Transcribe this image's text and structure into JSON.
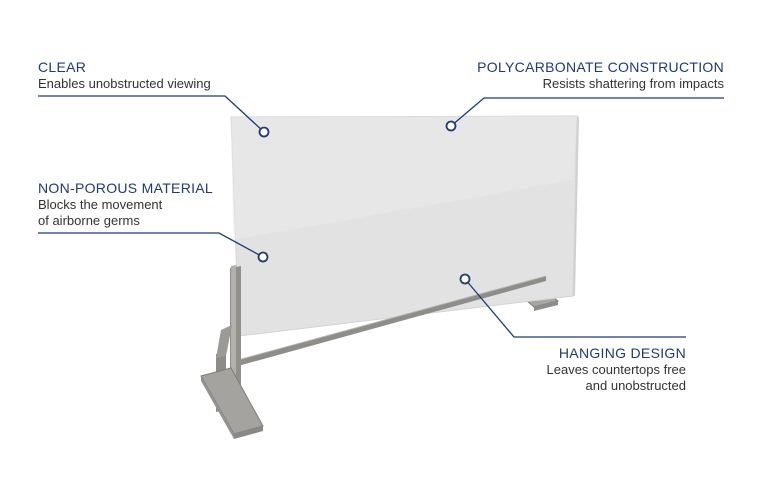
{
  "colors": {
    "title": "#1f3b73",
    "leader_line": "#1f3b73",
    "body_text": "#333333",
    "panel": "#e2e2e2",
    "frame": "#8c8a86"
  },
  "product": {
    "image": "freestanding-polycarbonate-sneeze-guard"
  },
  "callouts": {
    "clear": {
      "title": "CLEAR",
      "lines": [
        "Enables unobstructed viewing"
      ]
    },
    "polycarbonate": {
      "title": "POLYCARBONATE CONSTRUCTION",
      "lines": [
        "Resists shattering from impacts"
      ]
    },
    "nonporous": {
      "title": "NON-POROUS MATERIAL",
      "lines": [
        "Blocks the movement",
        "of airborne germs"
      ]
    },
    "hanging": {
      "title": "HANGING DESIGN",
      "lines": [
        "Leaves countertops free",
        "and unobstructed"
      ]
    }
  }
}
